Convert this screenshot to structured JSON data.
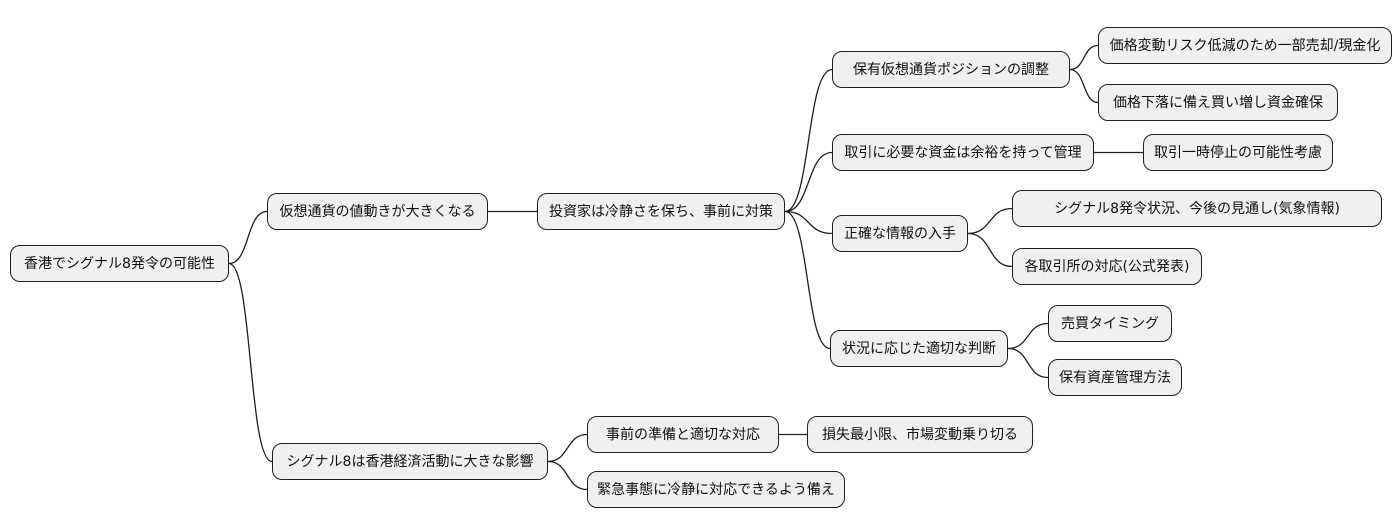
{
  "diagram": {
    "type": "mindmap",
    "colors": {
      "background": "#ffffff",
      "node_fill": "#f0f0f0",
      "node_border": "#1f1f1f",
      "node_text": "#111111",
      "link": "#1f1f1f"
    },
    "tree": {
      "label": "香港でシグナル8発令の可能性",
      "children": [
        {
          "label": "仮想通貨の値動きが大きくなる",
          "children": [
            {
              "label": "投資家は冷静さを保ち、事前に対策",
              "children": [
                {
                  "label": "保有仮想通貨ポジションの調整",
                  "children": [
                    {
                      "label": "価格変動リスク低減のため一部売却/現金化"
                    },
                    {
                      "label": "価格下落に備え買い増し資金確保"
                    }
                  ]
                },
                {
                  "label": "取引に必要な資金は余裕を持って管理",
                  "children": [
                    {
                      "label": "取引一時停止の可能性考慮"
                    }
                  ]
                },
                {
                  "label": "正確な情報の入手",
                  "children": [
                    {
                      "label": "シグナル8発令状況、今後の見通し(気象情報)"
                    },
                    {
                      "label": "各取引所の対応(公式発表)"
                    }
                  ]
                },
                {
                  "label": "状況に応じた適切な判断",
                  "children": [
                    {
                      "label": "売買タイミング"
                    },
                    {
                      "label": "保有資産管理方法"
                    }
                  ]
                }
              ]
            }
          ]
        },
        {
          "label": "シグナル8は香港経済活動に大きな影響",
          "children": [
            {
              "label": "事前の準備と適切な対応",
              "children": [
                {
                  "label": "損失最小限、市場変動乗り切る"
                }
              ]
            },
            {
              "label": "緊急事態に冷静に対応できるよう備え"
            }
          ]
        }
      ]
    }
  }
}
